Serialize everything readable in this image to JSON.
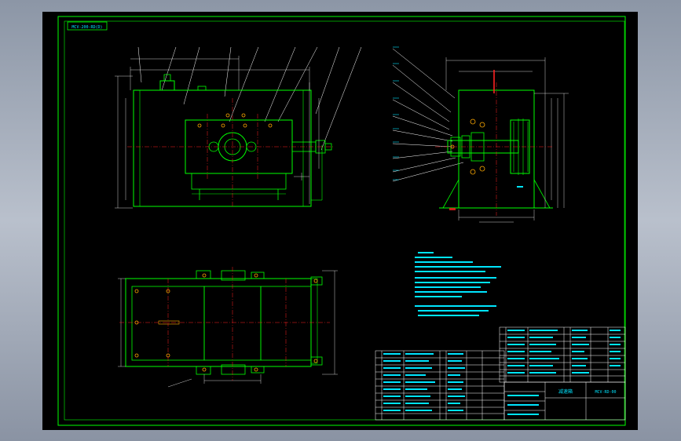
{
  "viewport": {
    "background": "#000000",
    "frame_color": "#00ff00",
    "title_label": "MCV-200-RD(D)"
  },
  "colors": {
    "outline": "#00ff00",
    "center": "#ff2020",
    "dimension": "#ffffff",
    "leader": "#ffffff",
    "note_text": "#00e5ff",
    "table_text": "#00e5ff",
    "table_line": "#ffffff",
    "orange": "#ffaa00"
  },
  "title_block": {
    "drawing_title": "减速箱",
    "drawing_number": "MCV-RD-00"
  },
  "views": [
    {
      "name": "front-view"
    },
    {
      "name": "side-view"
    },
    {
      "name": "top-view"
    }
  ]
}
